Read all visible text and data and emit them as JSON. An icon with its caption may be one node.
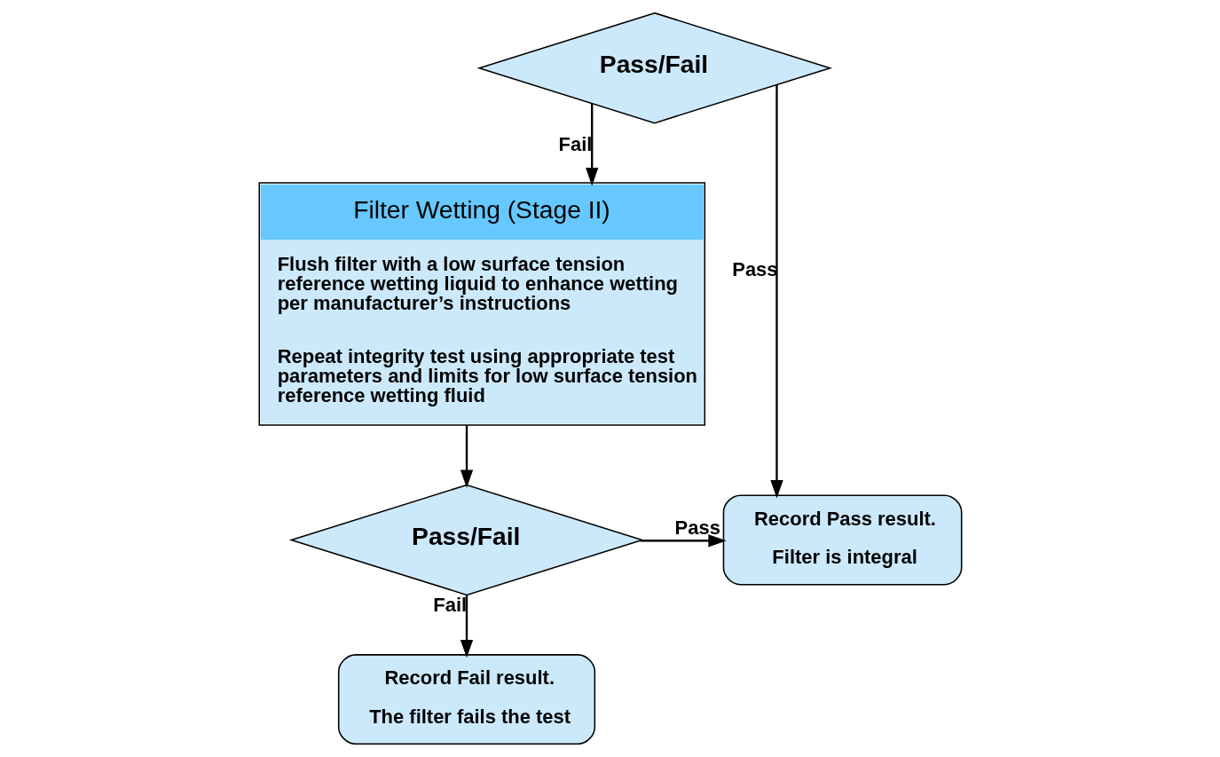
{
  "diagram": {
    "nodes": [
      {
        "text": [
          "Pass/Fail"
        ]
      },
      {
        "text": [
          "Filter Wetting (Stage II)",
          "Flush filter with a low surface tension reference wetting liquid to enhance wetting per manufacturer’s instructions",
          "Repeat integrity test using appropriate test parameters and limits for low surface tension reference wetting fluid"
        ]
      },
      {
        "text": [
          "Pass/Fail"
        ]
      },
      {
        "text": [
          "Record Pass result.",
          "Filter is integral"
        ]
      },
      {
        "text": [
          "Record Fail result.",
          "The filter fails the test"
        ]
      }
    ],
    "edges": [
      {
        "from": 0,
        "to": 3,
        "arrow": "to",
        "label": "Pass"
      },
      {
        "from": 0,
        "to": 1,
        "arrow": "to",
        "label": "Fail"
      },
      {
        "from": 1,
        "to": 2,
        "arrow": "to"
      },
      {
        "from": 2,
        "to": 3,
        "arrow": "to",
        "label": "Pass"
      },
      {
        "from": 2,
        "to": 4,
        "arrow": "to",
        "label": "Fail"
      }
    ]
  }
}
